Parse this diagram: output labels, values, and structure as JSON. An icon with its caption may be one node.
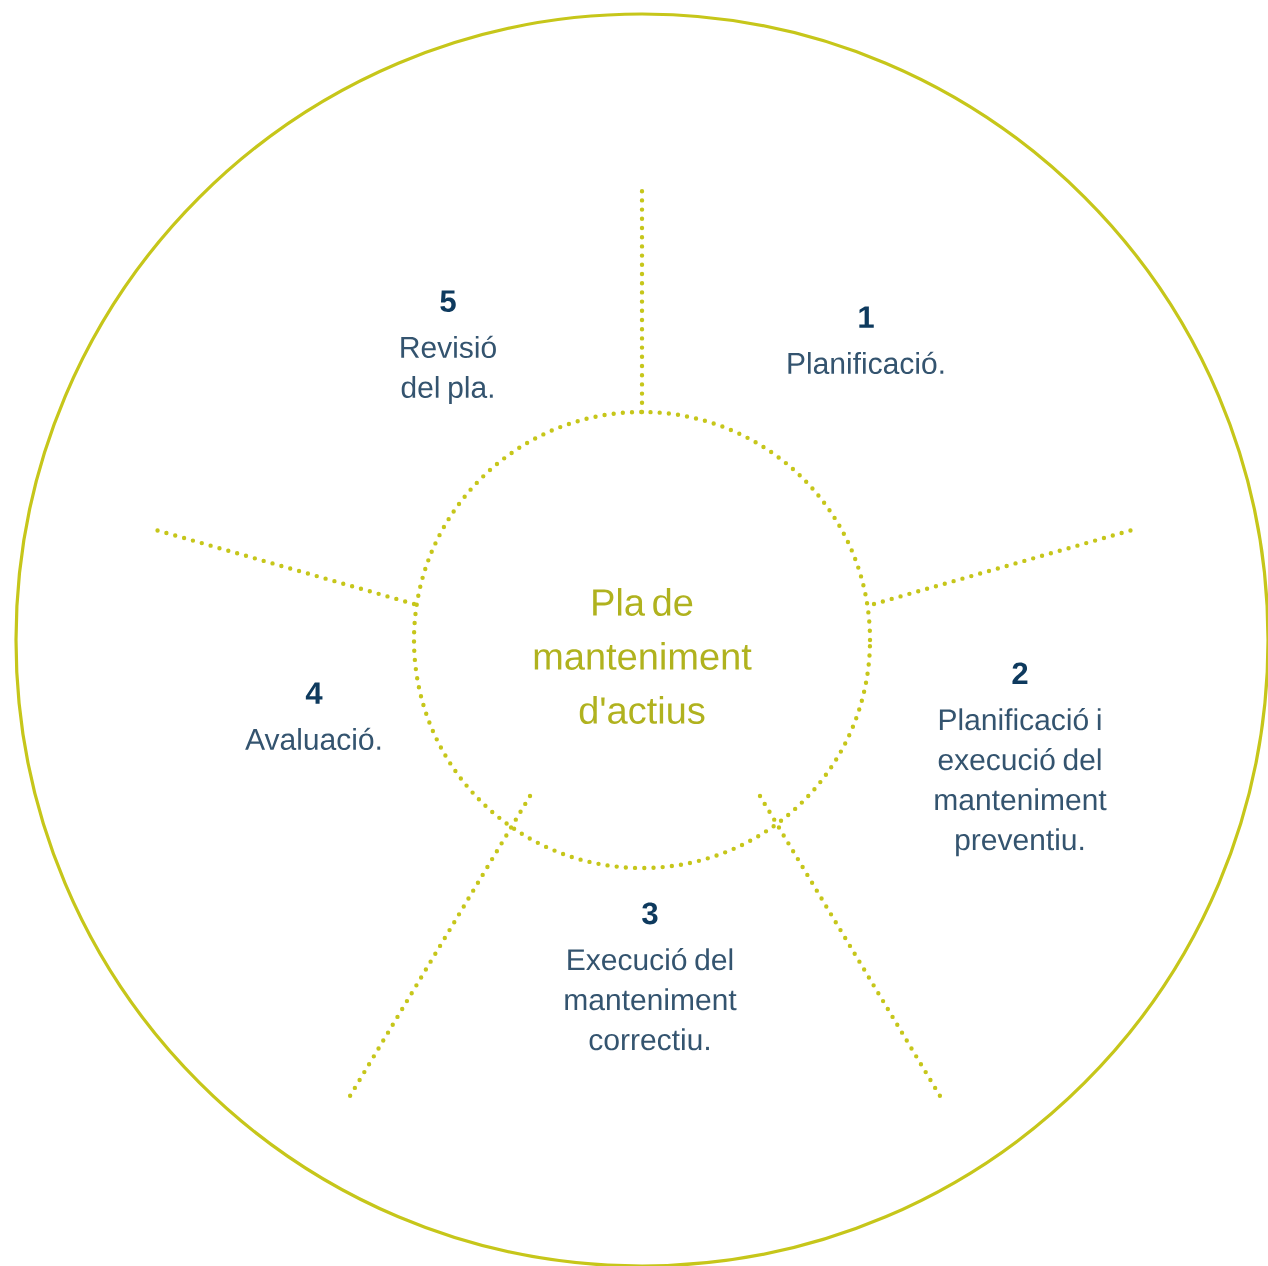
{
  "diagram": {
    "nodes": [
      {
        "text": [],
        "shape": "circle"
      },
      {
        "text": [
          "Pla de manteniment d'actius"
        ],
        "in": 0
      },
      {
        "text": [
          "1",
          "Planificació."
        ],
        "in": 0
      },
      {
        "text": [
          "2",
          "Planificació i execució del manteniment preventiu."
        ],
        "in": 0
      },
      {
        "text": [
          "3",
          "Execució del manteniment correctiu."
        ],
        "in": 0
      },
      {
        "text": [
          "4",
          "Avaluació."
        ],
        "in": 0
      },
      {
        "text": [
          "5",
          "Revisió del pla."
        ],
        "in": 0
      }
    ]
  }
}
